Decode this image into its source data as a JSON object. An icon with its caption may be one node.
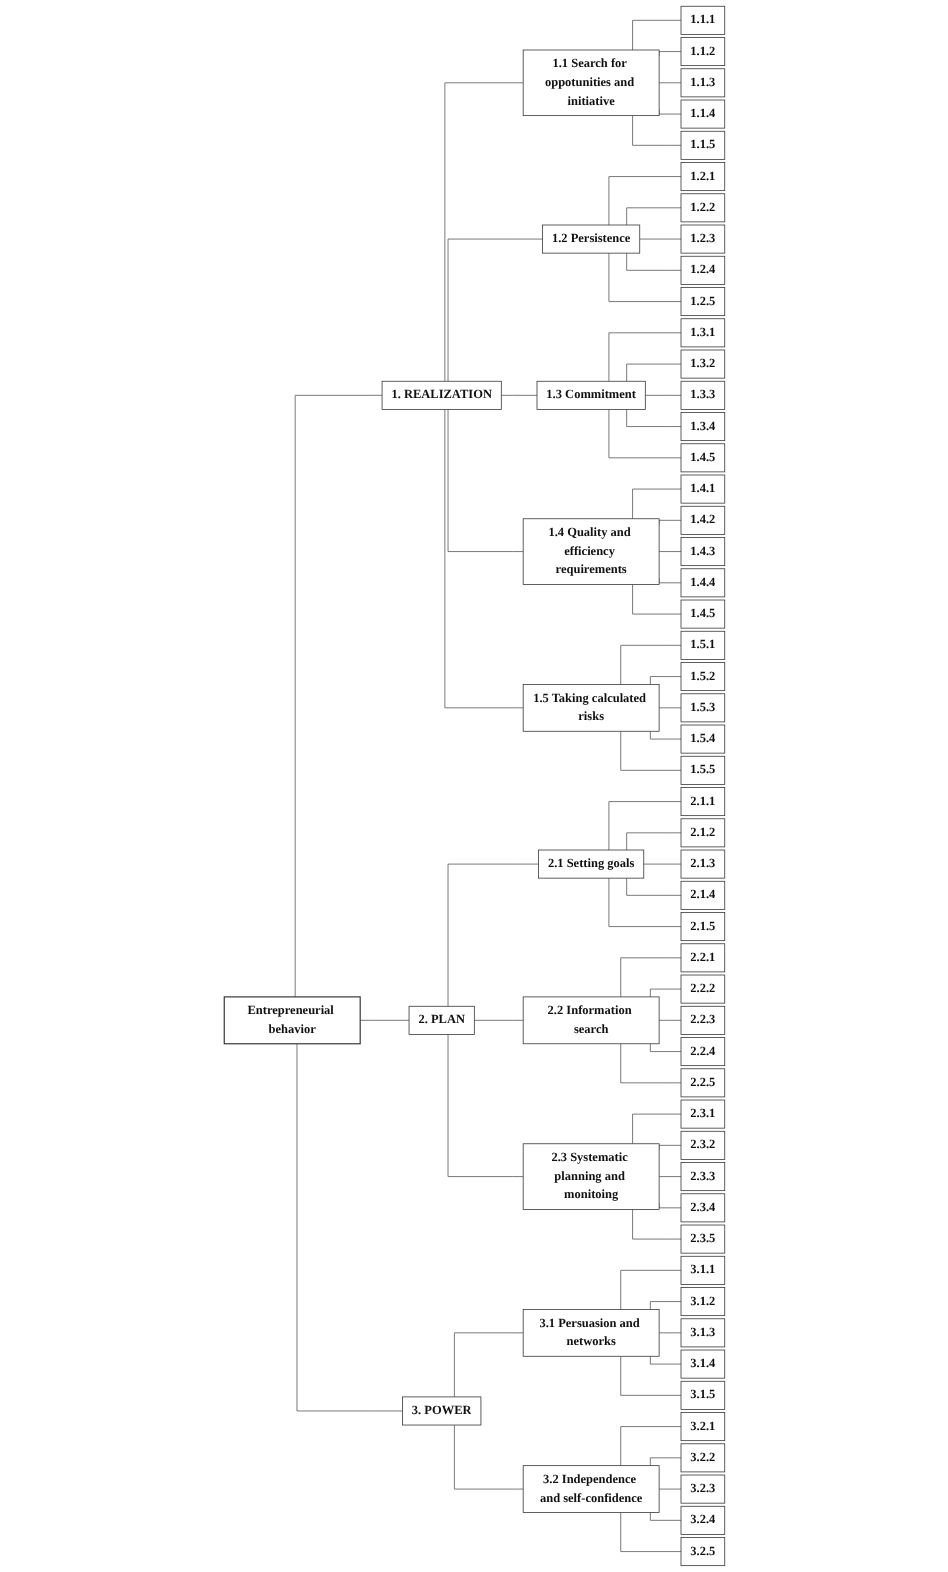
{
  "diagram": {
    "nodes": [
      {
        "text": [
          "Entrepreneurial behavior"
        ]
      },
      {
        "text": [
          "1. REALIZATION"
        ]
      },
      {
        "text": [
          "1.1 Search for oppotunities and initiative"
        ]
      },
      {
        "text": [
          "1.1.1"
        ]
      },
      {
        "text": [
          "1.1.2"
        ]
      },
      {
        "text": [
          "1.1.3"
        ]
      },
      {
        "text": [
          "1.1.4"
        ]
      },
      {
        "text": [
          "1.1.5"
        ]
      },
      {
        "text": [
          "1.2 Persistence"
        ]
      },
      {
        "text": [
          "1.2.1"
        ]
      },
      {
        "text": [
          "1.2.2"
        ]
      },
      {
        "text": [
          "1.2.3"
        ]
      },
      {
        "text": [
          "1.2.4"
        ]
      },
      {
        "text": [
          "1.2.5"
        ]
      },
      {
        "text": [
          "1.3 Commitment"
        ]
      },
      {
        "text": [
          "1.3.1"
        ]
      },
      {
        "text": [
          "1.3.2"
        ]
      },
      {
        "text": [
          "1.3.3"
        ]
      },
      {
        "text": [
          "1.3.4"
        ]
      },
      {
        "text": [
          "1.4.5"
        ]
      },
      {
        "text": [
          "1.4 Quality and efficiency requirements"
        ]
      },
      {
        "text": [
          "1.4.1"
        ]
      },
      {
        "text": [
          "1.4.2"
        ]
      },
      {
        "text": [
          "1.4.3"
        ]
      },
      {
        "text": [
          "1.4.4"
        ]
      },
      {
        "text": [
          "1.4.5"
        ]
      },
      {
        "text": [
          "1.5 Taking calculated risks"
        ]
      },
      {
        "text": [
          "1.5.1"
        ]
      },
      {
        "text": [
          "1.5.2"
        ]
      },
      {
        "text": [
          "1.5.3"
        ]
      },
      {
        "text": [
          "1.5.4"
        ]
      },
      {
        "text": [
          "1.5.5"
        ]
      },
      {
        "text": [
          "2. PLAN"
        ]
      },
      {
        "text": [
          "2.1 Setting goals"
        ]
      },
      {
        "text": [
          "2.1.1"
        ]
      },
      {
        "text": [
          "2.1.2"
        ]
      },
      {
        "text": [
          "2.1.3"
        ]
      },
      {
        "text": [
          "2.1.4"
        ]
      },
      {
        "text": [
          "2.1.5"
        ]
      },
      {
        "text": [
          "2.2 Information search"
        ]
      },
      {
        "text": [
          "2.2.1"
        ]
      },
      {
        "text": [
          "2.2.2"
        ]
      },
      {
        "text": [
          "2.2.3"
        ]
      },
      {
        "text": [
          "2.2.4"
        ]
      },
      {
        "text": [
          "2.2.5"
        ]
      },
      {
        "text": [
          "2.3 Systematic planning and monitoing"
        ]
      },
      {
        "text": [
          "2.3.1"
        ]
      },
      {
        "text": [
          "2.3.2"
        ]
      },
      {
        "text": [
          "2.3.3"
        ]
      },
      {
        "text": [
          "2.3.4"
        ]
      },
      {
        "text": [
          "2.3.5"
        ]
      },
      {
        "text": [
          "3. POWER"
        ]
      },
      {
        "text": [
          "3.1 Persuasion and networks"
        ]
      },
      {
        "text": [
          "3.1.1"
        ]
      },
      {
        "text": [
          "3.1.2"
        ]
      },
      {
        "text": [
          "3.1.3"
        ]
      },
      {
        "text": [
          "3.1.4"
        ]
      },
      {
        "text": [
          "3.1.5"
        ]
      },
      {
        "text": [
          "3.2 Independence and self-confidence"
        ]
      },
      {
        "text": [
          "3.2.1"
        ]
      },
      {
        "text": [
          "3.2.2"
        ]
      },
      {
        "text": [
          "3.2.3"
        ]
      },
      {
        "text": [
          "3.2.4"
        ]
      },
      {
        "text": [
          "3.2.5"
        ]
      }
    ],
    "edges": [
      {
        "from": 0,
        "to": 1,
        "arrow": "none"
      },
      {
        "from": 1,
        "to": 2,
        "arrow": "none"
      },
      {
        "from": 2,
        "to": 3,
        "arrow": "none"
      },
      {
        "from": 2,
        "to": 4,
        "arrow": "none"
      },
      {
        "from": 2,
        "to": 5,
        "arrow": "none"
      },
      {
        "from": 2,
        "to": 6,
        "arrow": "none"
      },
      {
        "from": 2,
        "to": 7,
        "arrow": "none"
      },
      {
        "from": 1,
        "to": 8,
        "arrow": "none"
      },
      {
        "from": 8,
        "to": 9,
        "arrow": "none"
      },
      {
        "from": 8,
        "to": 10,
        "arrow": "none"
      },
      {
        "from": 8,
        "to": 11,
        "arrow": "none"
      },
      {
        "from": 8,
        "to": 12,
        "arrow": "none"
      },
      {
        "from": 8,
        "to": 13,
        "arrow": "none"
      },
      {
        "from": 1,
        "to": 14,
        "arrow": "none"
      },
      {
        "from": 14,
        "to": 15,
        "arrow": "none"
      },
      {
        "from": 14,
        "to": 16,
        "arrow": "none"
      },
      {
        "from": 14,
        "to": 17,
        "arrow": "none"
      },
      {
        "from": 14,
        "to": 18,
        "arrow": "none"
      },
      {
        "from": 14,
        "to": 19,
        "arrow": "none"
      },
      {
        "from": 1,
        "to": 20,
        "arrow": "none"
      },
      {
        "from": 20,
        "to": 21,
        "arrow": "none"
      },
      {
        "from": 20,
        "to": 22,
        "arrow": "none"
      },
      {
        "from": 20,
        "to": 23,
        "arrow": "none"
      },
      {
        "from": 20,
        "to": 24,
        "arrow": "none"
      },
      {
        "from": 20,
        "to": 25,
        "arrow": "none"
      },
      {
        "from": 1,
        "to": 26,
        "arrow": "none"
      },
      {
        "from": 26,
        "to": 27,
        "arrow": "none"
      },
      {
        "from": 26,
        "to": 28,
        "arrow": "none"
      },
      {
        "from": 26,
        "to": 29,
        "arrow": "none"
      },
      {
        "from": 26,
        "to": 30,
        "arrow": "none"
      },
      {
        "from": 26,
        "to": 31,
        "arrow": "none"
      },
      {
        "from": 0,
        "to": 32,
        "arrow": "none"
      },
      {
        "from": 32,
        "to": 33,
        "arrow": "none"
      },
      {
        "from": 33,
        "to": 34,
        "arrow": "none"
      },
      {
        "from": 33,
        "to": 35,
        "arrow": "none"
      },
      {
        "from": 33,
        "to": 36,
        "arrow": "none"
      },
      {
        "from": 33,
        "to": 37,
        "arrow": "none"
      },
      {
        "from": 33,
        "to": 38,
        "arrow": "none"
      },
      {
        "from": 32,
        "to": 39,
        "arrow": "none"
      },
      {
        "from": 39,
        "to": 40,
        "arrow": "none"
      },
      {
        "from": 39,
        "to": 41,
        "arrow": "none"
      },
      {
        "from": 39,
        "to": 42,
        "arrow": "none"
      },
      {
        "from": 39,
        "to": 43,
        "arrow": "none"
      },
      {
        "from": 39,
        "to": 44,
        "arrow": "none"
      },
      {
        "from": 32,
        "to": 45,
        "arrow": "none"
      },
      {
        "from": 45,
        "to": 46,
        "arrow": "none"
      },
      {
        "from": 45,
        "to": 47,
        "arrow": "none"
      },
      {
        "from": 45,
        "to": 48,
        "arrow": "none"
      },
      {
        "from": 45,
        "to": 49,
        "arrow": "none"
      },
      {
        "from": 45,
        "to": 50,
        "arrow": "none"
      },
      {
        "from": 0,
        "to": 51,
        "arrow": "none"
      },
      {
        "from": 51,
        "to": 52,
        "arrow": "none"
      },
      {
        "from": 52,
        "to": 53,
        "arrow": "none"
      },
      {
        "from": 52,
        "to": 54,
        "arrow": "none"
      },
      {
        "from": 52,
        "to": 55,
        "arrow": "none"
      },
      {
        "from": 52,
        "to": 56,
        "arrow": "none"
      },
      {
        "from": 52,
        "to": 57,
        "arrow": "none"
      },
      {
        "from": 51,
        "to": 58,
        "arrow": "none"
      },
      {
        "from": 58,
        "to": 59,
        "arrow": "none"
      },
      {
        "from": 58,
        "to": 60,
        "arrow": "none"
      },
      {
        "from": 58,
        "to": 61,
        "arrow": "none"
      },
      {
        "from": 58,
        "to": 62,
        "arrow": "none"
      },
      {
        "from": 58,
        "to": 63,
        "arrow": "none"
      }
    ]
  }
}
